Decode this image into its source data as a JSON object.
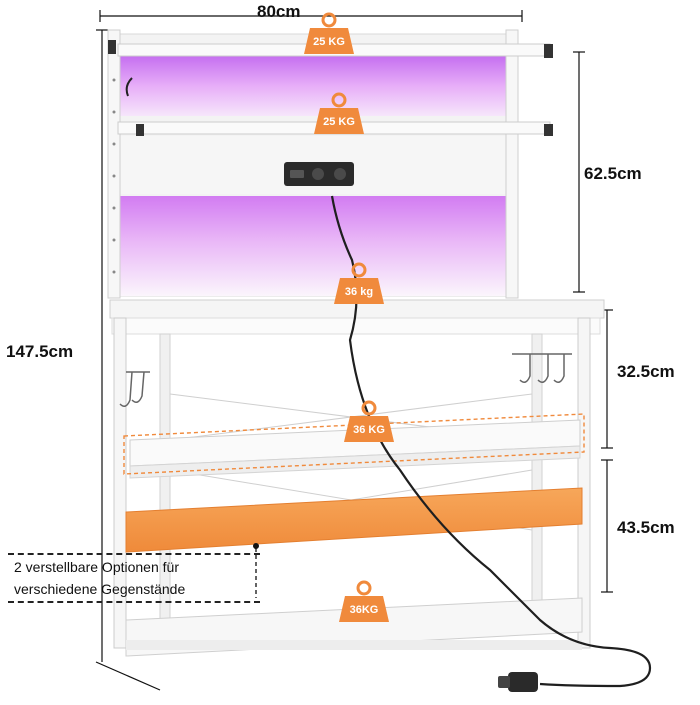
{
  "dimensions": {
    "width": "80cm",
    "total_height": "147.5cm",
    "hutch_height": "62.5cm",
    "upper_gap": "32.5cm",
    "lower_gap": "43.5cm"
  },
  "weights": {
    "top_shelf": "25 KG",
    "second_shelf": "25 KG",
    "desk_top": "36 kg",
    "middle_shelf": "36 KG",
    "bottom_shelf": "36KG"
  },
  "note": {
    "line1": "2 verstellbare Optionen für",
    "line2": "verschiedene Gegenstände"
  },
  "colors": {
    "accent": "#F08A3C",
    "led_glow": "#D58BF5",
    "frame": "#F4F4F4",
    "adjustable_shelf": "#F29B4D"
  }
}
